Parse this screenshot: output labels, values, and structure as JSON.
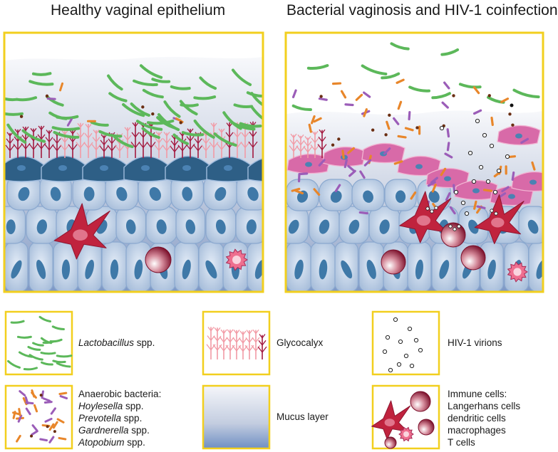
{
  "panels": {
    "left_title": "Healthy vaginal epithelium",
    "right_title": "Bacterial vaginosis and HIV-1 coinfection"
  },
  "legend": {
    "lactobacillus": {
      "name": "Lactobacillus",
      "suffix": " spp."
    },
    "glycocalyx": "Glycocalyx",
    "hiv": "HIV-1 virions",
    "anaerobic": {
      "heading": "Anaerobic bacteria:",
      "species": [
        {
          "name": "Hoylesella",
          "suffix": " spp."
        },
        {
          "name": "Prevotella",
          "suffix": " spp."
        },
        {
          "name": "Gardnerella",
          "suffix": " spp."
        },
        {
          "name": "Atopobium",
          "suffix": " spp."
        }
      ]
    },
    "mucus": "Mucus layer",
    "immune": {
      "heading": "Immune cells:",
      "types": [
        "Langerhans cells",
        "dendritic cells",
        "macrophages",
        "T cells"
      ]
    }
  },
  "colors": {
    "frame": "#f2cf1e",
    "lactobacillus": "#5cb85a",
    "anaerobe_orange": "#e8862a",
    "anaerobe_purple": "#9b5db8",
    "glycocalyx_dark": "#a3193f",
    "glycocalyx_light": "#f29aa5",
    "apical_cell": "#2e5f86",
    "damaged_cell": "#d86aa8",
    "basal_cell": "#bcd0e8",
    "nucleus": "#3f79a8",
    "immune_cell": "#c0233e"
  }
}
